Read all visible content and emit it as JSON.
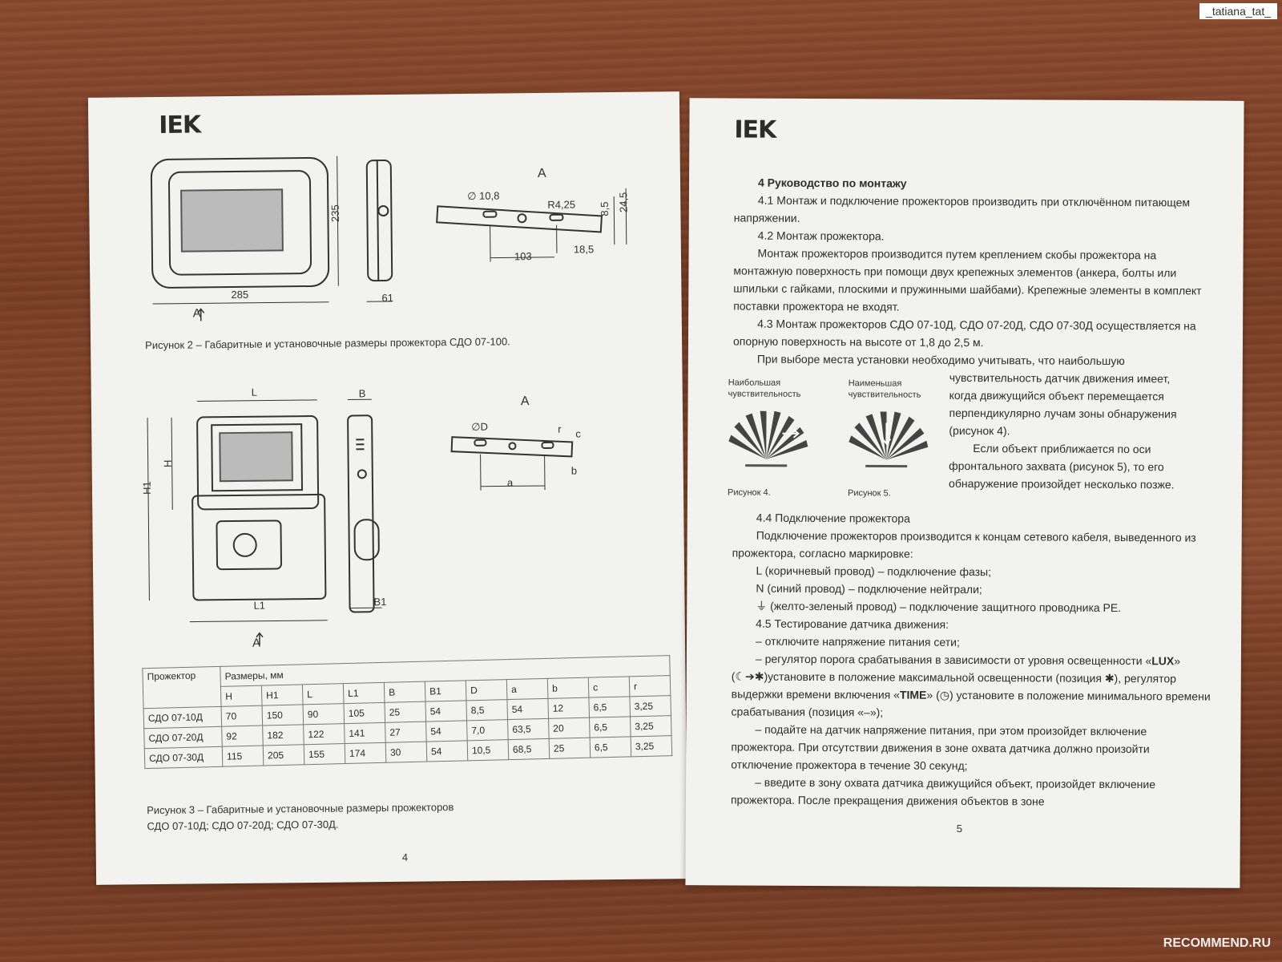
{
  "watermarks": {
    "top_right": "_tatiana_tat_",
    "bottom_right": "RECOMMEND.RU"
  },
  "left_page": {
    "logo": "IEK",
    "figure2": {
      "view_label": "A",
      "dims": {
        "w": "285",
        "h": "235",
        "d": "61",
        "hole": "∅ 10,8",
        "radius": "R4,25",
        "spacing": "103",
        "slot": "18,5",
        "t1": "8,5",
        "t2": "24,5"
      },
      "arrow_label": "A",
      "caption": "Рисунок 2 – Габаритные и установочные размеры прожектора СДО 07-100."
    },
    "figure3": {
      "view_label": "A",
      "dims": {
        "l": "L",
        "l1": "L1",
        "h": "H",
        "h1": "H1",
        "b": "B",
        "b1": "B1",
        "d": "∅D",
        "a": "a",
        "b_small": "b",
        "c": "c",
        "r": "r"
      },
      "arrow_label": "A",
      "caption_line1": "Рисунок 3 – Габаритные и установочные размеры прожекторов",
      "caption_line2": "СДО 07-10Д; СДО 07-20Д; СДО 07-30Д."
    },
    "table": {
      "col_product": "Прожектор",
      "col_dims": "Размеры, мм",
      "headers": [
        "H",
        "H1",
        "L",
        "L1",
        "B",
        "B1",
        "D",
        "a",
        "b",
        "c",
        "r"
      ],
      "rows": [
        {
          "name": "СДО 07-10Д",
          "values": [
            "70",
            "150",
            "90",
            "105",
            "25",
            "54",
            "8,5",
            "54",
            "12",
            "6,5",
            "3,25"
          ]
        },
        {
          "name": "СДО 07-20Д",
          "values": [
            "92",
            "182",
            "122",
            "141",
            "27",
            "54",
            "7,0",
            "63,5",
            "20",
            "6,5",
            "3,25"
          ]
        },
        {
          "name": "СДО 07-30Д",
          "values": [
            "115",
            "205",
            "155",
            "174",
            "30",
            "54",
            "10,5",
            "68,5",
            "25",
            "6,5",
            "3,25"
          ]
        }
      ]
    },
    "page_number": "4"
  },
  "right_page": {
    "logo": "IEK",
    "heading": "4 Руководство по монтажу",
    "p_4_1": "4.1 Монтаж и подключение прожекторов производить при отключённом питающем напряжении.",
    "p_4_2": "4.2 Монтаж прожектора.",
    "p_4_2_body": "Монтаж прожекторов производится путем креплением скобы прожектора на монтажную поверхность при помощи двух крепежных элементов (анкера, болты или шпильки с гайками, плоскими и пружинными шайбами). Крепежные элементы в комплект поставки прожектора не входят.",
    "p_4_3": "4.3 Монтаж прожекторов СДО 07-10Д, СДО 07-20Д, СДО 07-30Д осуществляется на опорную поверхность на высоте от 1,8 до 2,5 м.",
    "p_choose": "При выборе места установки необходимо учитывать, что наибольшую",
    "p_side_a": "чувствительность датчик движения имеет, когда движущийся объект перемещается перпендикулярно лучам зоны обнаружения (рисунок 4).",
    "p_side_b": "Если объект приближается по оси фронтального захвата (рисунок 5), то его обнаружение произойдет несколько позже.",
    "fig4_label_line1": "Наибольшая",
    "fig4_label_line2": "чувствительность",
    "fig5_label_line1": "Наименьшая",
    "fig5_label_line2": "чувствительность",
    "fig4_caption": "Рисунок 4.",
    "fig5_caption": "Рисунок 5.",
    "p_4_4": "4.4 Подключение прожектора",
    "p_4_4_body": "Подключение прожекторов производится к концам сетевого кабеля, выведенного из прожектора, согласно маркировке:",
    "wire_l": "L (коричневый провод) – подключение фазы;",
    "wire_n": "N (синий провод) – подключение нейтрали;",
    "wire_pe": "⏚ (желто-зеленый провод) – подключение защитного проводника PE.",
    "p_4_5": "4.5 Тестирование датчика движения:",
    "step1": "– отключите напряжение питания сети;",
    "step2_a": "– регулятор порога срабатывания в зависимости от уровня освещенности «",
    "step2_lux": "LUX",
    "step2_b": "» (☾➔✱)установите в положение максимальной освещенности (позиция ✱), регулятор выдержки времени включения «",
    "step2_time": "TIME",
    "step2_c": "» (◷) установите в положение минимального времени срабатывания (позиция «–»);",
    "step3": "– подайте на датчик напряжение питания, при этом произойдет включение прожектора. При отсутствии движения в зоне охвата датчика должно произойти отключение прожектора в течение 30 секунд;",
    "step4": "– введите в зону охвата датчика движущийся объект, произойдет включение прожектора. После прекращения движения объектов в зоне",
    "page_number": "5"
  }
}
